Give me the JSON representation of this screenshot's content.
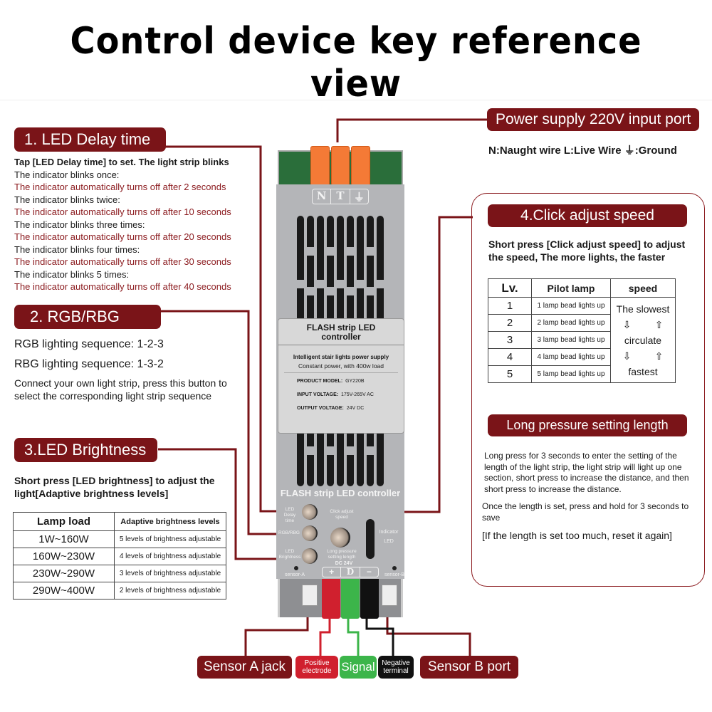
{
  "title": "Control device key reference view",
  "power": {
    "label": "Power supply 220V input port",
    "legend": "N:Naught wire  L:Live Wire",
    "ground_symbol": "⏚",
    "ground_label": ":Ground"
  },
  "delay": {
    "label": "1. LED Delay time",
    "intro": "Tap [LED Delay time] to set. The light strip blinks",
    "lines": [
      {
        "blink": "The indicator blinks once:",
        "result": "The indicator automatically turns off after 2 seconds"
      },
      {
        "blink": "The indicator blinks twice:",
        "result": "The indicator automatically turns off after 10 seconds"
      },
      {
        "blink": "The indicator blinks three times:",
        "result": "The indicator automatically turns off after 20 seconds"
      },
      {
        "blink": "The indicator blinks four times:",
        "result": "The indicator automatically turns off after 30 seconds"
      },
      {
        "blink": "The indicator blinks 5 times:",
        "result": "The indicator automatically turns off after 40 seconds"
      }
    ]
  },
  "rgb": {
    "label": "2. RGB/RBG",
    "rgb_seq": "RGB lighting sequence: 1-2-3",
    "rbg_seq": "RBG lighting sequence: 1-3-2",
    "desc": "Connect your own light strip, press this button to select the corresponding light strip sequence"
  },
  "brightness": {
    "label": "3.LED Brightness",
    "intro": "Short press [LED brightness] to adjust the light[Adaptive brightness levels]",
    "headers": [
      "Lamp load",
      "Adaptive brightness levels"
    ],
    "rows": [
      [
        "1W~160W",
        "5 levels of brightness adjustable"
      ],
      [
        "160W~230W",
        "4 levels of brightness adjustable"
      ],
      [
        "230W~290W",
        "3 levels of brightness adjustable"
      ],
      [
        "290W~400W",
        "2 levels of brightness adjustable"
      ]
    ]
  },
  "speed": {
    "label": "4.Click adjust speed",
    "intro": "Short press [Click adjust speed] to adjust the speed, The more lights, the faster",
    "headers": [
      "Lv.",
      "Pilot lamp",
      "speed"
    ],
    "rows": [
      [
        "1",
        "1 lamp bead lights up"
      ],
      [
        "2",
        "2 lamp bead lights up"
      ],
      [
        "3",
        "3 lamp bead lights up"
      ],
      [
        "4",
        "4 lamp bead lights up"
      ],
      [
        "5",
        "5 lamp bead lights up"
      ]
    ],
    "speed_slowest": "The slowest",
    "speed_circulate": "circulate",
    "speed_fastest": "fastest",
    "arrow_down": "⇩",
    "arrow_up": "⇧"
  },
  "length": {
    "label": "Long pressure setting length",
    "desc1": "Long press for 3 seconds to enter the setting of the length of the light strip, the light strip will light up one section, short press to increase the distance, and then short press to increase the distance.",
    "desc2": "Once the length is set, press and hold for 3 seconds to save",
    "desc3": "[If the length is set too much, reset it again]"
  },
  "device": {
    "terminal_n": "N",
    "terminal_l": "T",
    "terminal_g": "⏚",
    "label_title": "FLASH strip LED controller",
    "label_sub1": "Intelligent stair lights power supply",
    "label_sub2": "Constant power, with 400w load",
    "model_key": "PRODUCT MODEL:",
    "model_val": "GY220B",
    "input_key": "INPUT VOLTAGE:",
    "input_val": "175V-265V AC",
    "output_key": "OUTPUT VOLTAGE:",
    "output_val": "24V DC",
    "brand": "FLASH strip LED controller",
    "btn_delay": "LED Delay time",
    "btn_rgb": "RGB/RBG",
    "btn_bright": "LED Brightness",
    "btn_click": "Click adjust speed",
    "btn_long": "Long pressure setting length",
    "indicator": "Indicator LED",
    "dc": "DC 24V",
    "plus": "+",
    "d": "D",
    "minus": "−",
    "sensor_a": "sensor-A",
    "sensor_b": "sensor-B"
  },
  "bottom": {
    "sensor_a": "Sensor A jack",
    "positive": "Positive electrode",
    "signal": "Signal",
    "negative": "Negative terminal",
    "sensor_b": "Sensor B port"
  },
  "colors": {
    "accent": "#7a1418",
    "positive": "#d0202e",
    "signal": "#3cb54a",
    "negative": "#111111"
  }
}
